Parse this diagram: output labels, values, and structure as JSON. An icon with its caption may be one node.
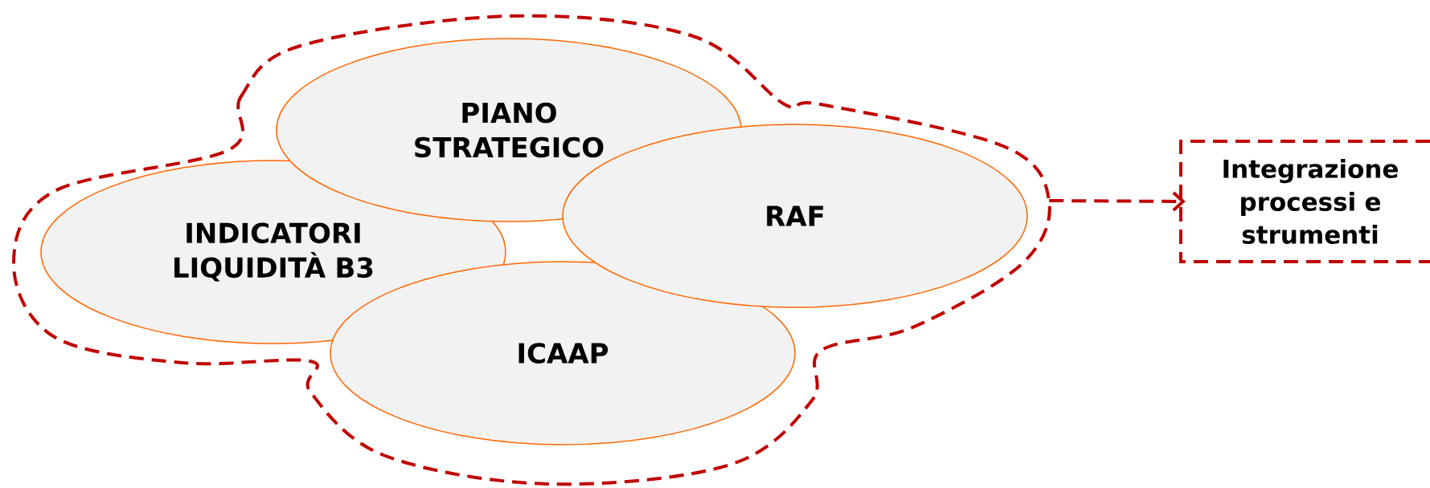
{
  "diagram": {
    "nodes": [
      {
        "text": [],
        "shape": "cloud"
      },
      {
        "text": [
          "PIANO STRATEGICO"
        ],
        "in": 0
      },
      {
        "text": [
          "INDICATORI LIQUIDITÀ B3"
        ],
        "in": 0
      },
      {
        "text": [
          "RAF"
        ],
        "in": 0
      },
      {
        "text": [
          "ICAAP"
        ],
        "in": 0
      },
      {
        "text": [
          "Integrazione processi e strumenti"
        ]
      }
    ],
    "edges": [
      {
        "from": 0,
        "to": 5,
        "arrow": "to",
        "style": "dashed",
        "color": "#c00000"
      }
    ]
  }
}
